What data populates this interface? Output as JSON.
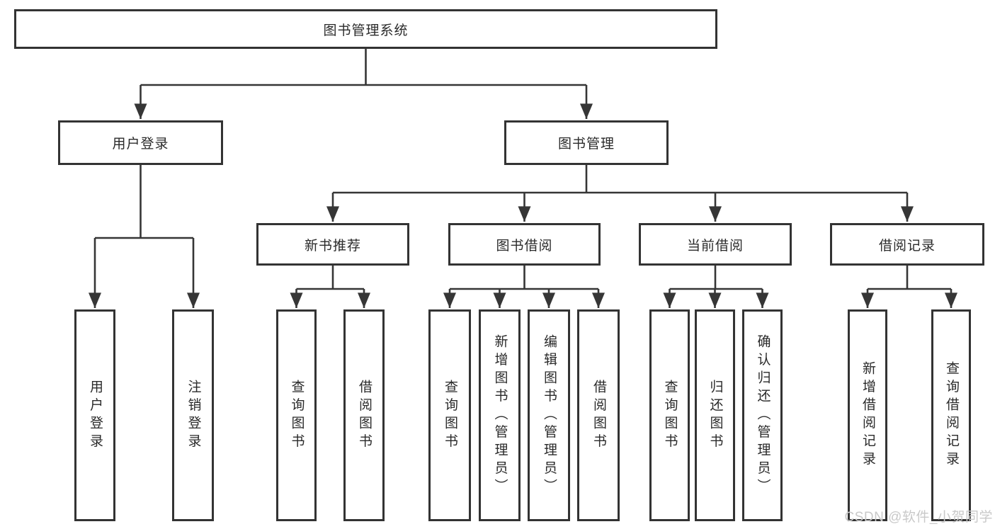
{
  "diagram": {
    "root_label": "图书管理系统",
    "branches": [
      {
        "label": "用户登录",
        "leaves": [
          "用户登录",
          "注销登录"
        ]
      },
      {
        "label": "图书管理",
        "groups": [
          {
            "label": "新书推荐",
            "leaves": [
              "查询图书",
              "借阅图书"
            ]
          },
          {
            "label": "图书借阅",
            "leaves": [
              "查询图书",
              "新增图书（管理员）",
              "编辑图书（管理员）",
              "借阅图书"
            ]
          },
          {
            "label": "当前借阅",
            "leaves": [
              "查询图书",
              "归还图书",
              "确认归还（管理员）"
            ]
          },
          {
            "label": "借阅记录",
            "leaves": [
              "新增借阅记录",
              "查询借阅记录"
            ]
          }
        ]
      }
    ],
    "watermark": "CSDN @软件_小贺同学"
  },
  "colors": {
    "line": "#363636",
    "box_border": "#333333",
    "box_background": "#ffffff",
    "text": "#2a2a2a",
    "watermark": "#c9c9c9",
    "page_background": "#ffffff"
  }
}
